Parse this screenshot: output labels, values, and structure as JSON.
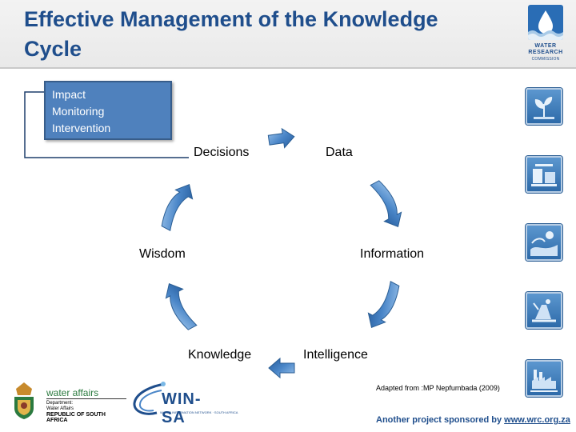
{
  "slide": {
    "title_line1": "Effective Management of the Knowledge",
    "title_line2": "Cycle"
  },
  "logo": {
    "name_line1": "WATER",
    "name_line2": "RESEARCH",
    "name_line3": "COMMISSION"
  },
  "side_icons": [
    "plant-icon",
    "water-treatment-icon",
    "river-icon",
    "farming-icon",
    "industry-icon"
  ],
  "callout": {
    "lines": [
      "Impact",
      "Monitoring",
      "Intervention"
    ]
  },
  "cycle": {
    "nodes": [
      "Decisions",
      "Data",
      "Information",
      "Intelligence",
      "Knowledge",
      "Wisdom"
    ]
  },
  "credit": "Adapted from :MP Nepfumbada (2009)",
  "sponsor": {
    "text": "Another project sponsored by ",
    "link": "www.wrc.org.za"
  },
  "department": {
    "brand": "water affairs",
    "line1": "Department:",
    "line2": "Water Affairs",
    "line3": "REPUBLIC OF SOUTH AFRICA"
  },
  "winsa": {
    "name": "WIN-SA",
    "tagline": "WATER INFORMATION NETWORK · SOUTH AFRICA"
  },
  "colors": {
    "title": "#1f4e8c",
    "callout_fill": "#4f81bd",
    "arrow_fill": "#4a86c8"
  }
}
